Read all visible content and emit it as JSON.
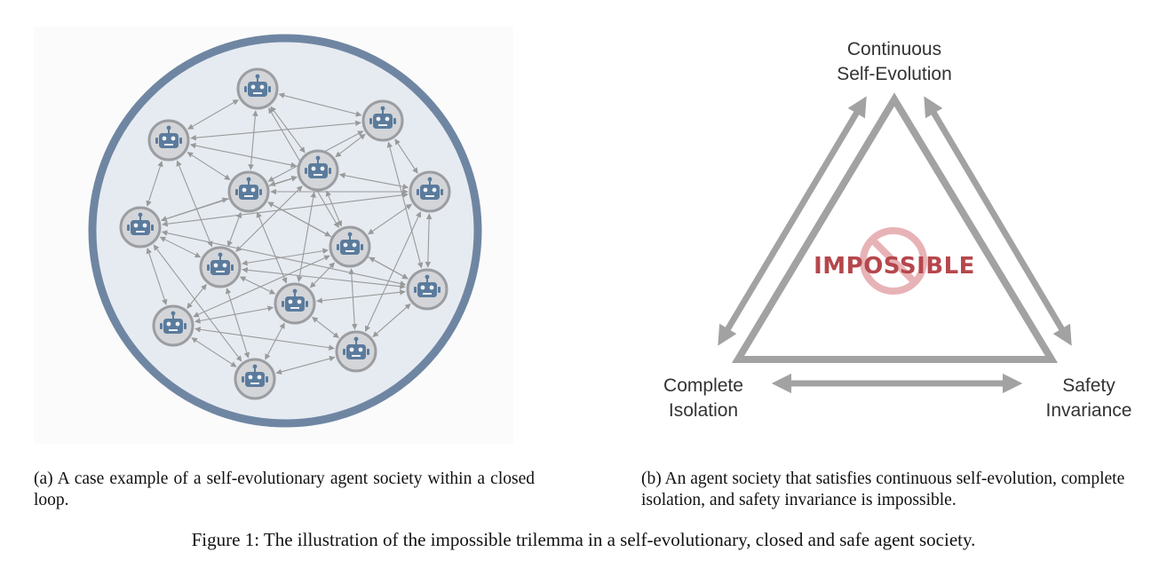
{
  "figure_a": {
    "caption": "(a) A case example of a self-evolutionary agent society within a closed loop.",
    "icon": "robot-agent-icon",
    "colors": {
      "ring": "#6f86a3",
      "node_fill": "#d3d5d8",
      "node_stroke": "#9b9da1",
      "robot": "#5b7b9d",
      "arrow": "#9a9a9a"
    }
  },
  "figure_b": {
    "caption": "(b) An agent society that satisfies continuous self-evolution, complete isolation, and safety invariance is impossible.",
    "vertices": {
      "top": [
        "Continuous",
        "Self-Evolution"
      ],
      "left": [
        "Complete",
        "Isolation"
      ],
      "right": [
        "Safety",
        "Invariance"
      ]
    },
    "center_label": "IMPOSSIBLE",
    "icon": "prohibited-icon",
    "colors": {
      "triangle": "#a2a2a2",
      "impossible_text": "#b5474c",
      "prohibited": "#e8b3b6"
    }
  },
  "figure_caption": "Figure 1: The illustration of the impossible trilemma in a self-evolutionary, closed and safe agent society."
}
